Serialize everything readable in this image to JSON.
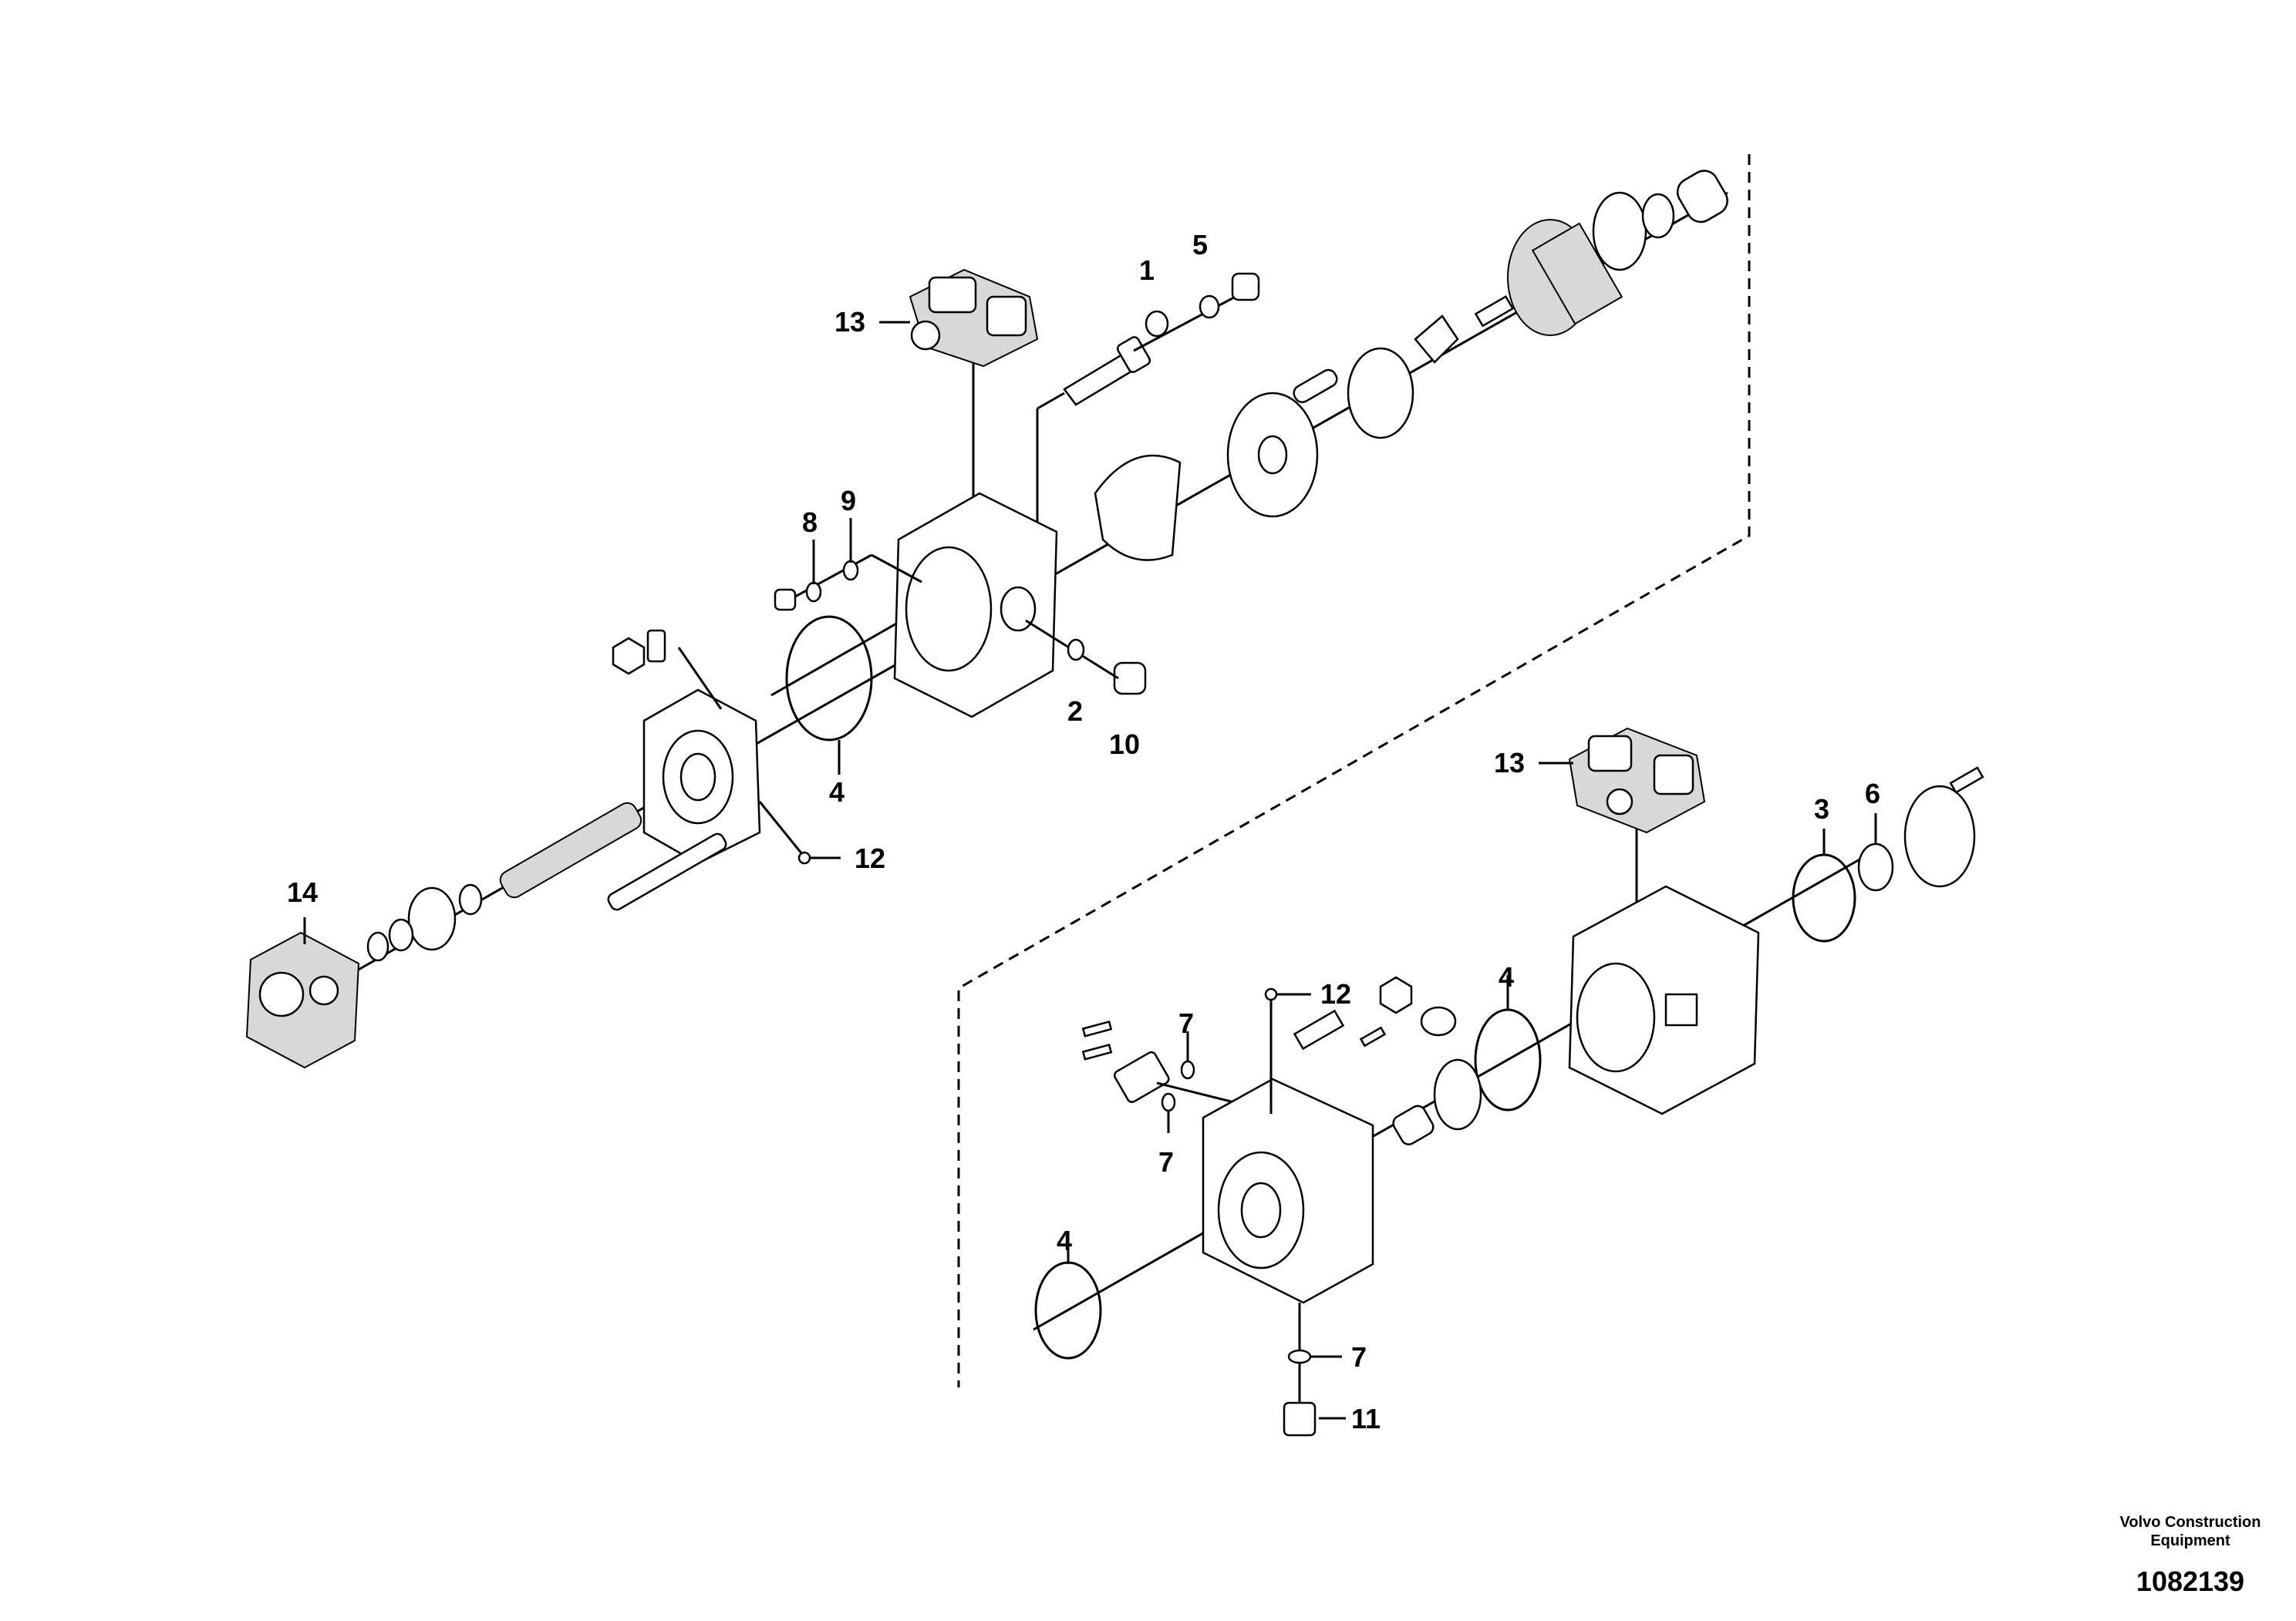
{
  "callouts": [
    {
      "id": "c1",
      "text": "1"
    },
    {
      "id": "c5",
      "text": "5"
    },
    {
      "id": "c13a",
      "text": "13"
    },
    {
      "id": "c8",
      "text": "8"
    },
    {
      "id": "c9",
      "text": "9"
    },
    {
      "id": "c2",
      "text": "2"
    },
    {
      "id": "c10",
      "text": "10"
    },
    {
      "id": "c4a",
      "text": "4"
    },
    {
      "id": "c12a",
      "text": "12"
    },
    {
      "id": "c14",
      "text": "14"
    },
    {
      "id": "c13b",
      "text": "13"
    },
    {
      "id": "c3",
      "text": "3"
    },
    {
      "id": "c6",
      "text": "6"
    },
    {
      "id": "c12b",
      "text": "12"
    },
    {
      "id": "c4b",
      "text": "4"
    },
    {
      "id": "c7a",
      "text": "7"
    },
    {
      "id": "c7b",
      "text": "7"
    },
    {
      "id": "c4c",
      "text": "4"
    },
    {
      "id": "c7c",
      "text": "7"
    },
    {
      "id": "c11",
      "text": "11"
    }
  ],
  "footer": {
    "brand_line1": "Volvo Construction",
    "brand_line2": "Equipment",
    "drawing_number": "1082139"
  }
}
